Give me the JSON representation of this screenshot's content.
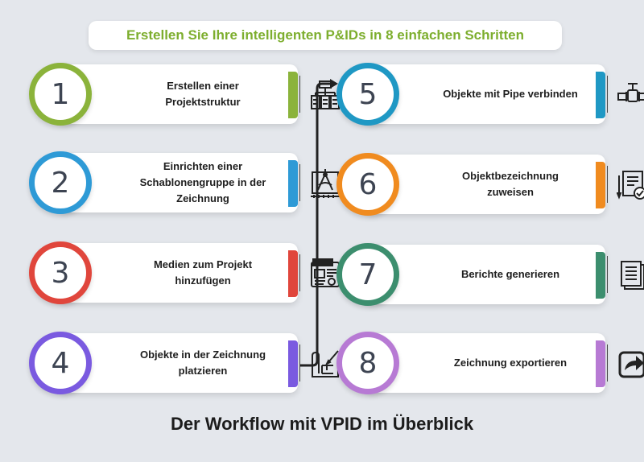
{
  "header": {
    "title": "Erstellen Sie Ihre intelligenten P&IDs in 8 einfachen Schritten"
  },
  "footer": {
    "title": "Der Workflow mit VPID im Überblick"
  },
  "steps": [
    {
      "number": "1",
      "label": "Erstellen einer Projektstruktur",
      "icon": "hierarchy-structure-icon",
      "color": "#8bb33b"
    },
    {
      "number": "2",
      "label": "Einrichten einer Schablonengruppe in der Zeichnung",
      "icon": "drafting-compass-icon",
      "color": "#2e9ad6"
    },
    {
      "number": "3",
      "label": "Medien zum Projekt hinzufügen",
      "icon": "project-media-icon",
      "color": "#e0463c"
    },
    {
      "number": "4",
      "label": "Objekte in der Zeichnung platzieren",
      "icon": "blueprint-pencil-icon",
      "color": "#7a5ae0"
    },
    {
      "number": "5",
      "label": "Objekte mit Pipe verbinden",
      "icon": "pipe-valve-icon",
      "color": "#1f98c4"
    },
    {
      "number": "6",
      "label": "Objektbezeichnung zuweisen",
      "icon": "document-check-icon",
      "color": "#f08b1f"
    },
    {
      "number": "7",
      "label": "Berichte generieren",
      "icon": "report-document-icon",
      "color": "#3c8e6e"
    },
    {
      "number": "8",
      "label": "Zeichnung exportieren",
      "icon": "share-export-icon",
      "color": "#b77ad4"
    }
  ]
}
